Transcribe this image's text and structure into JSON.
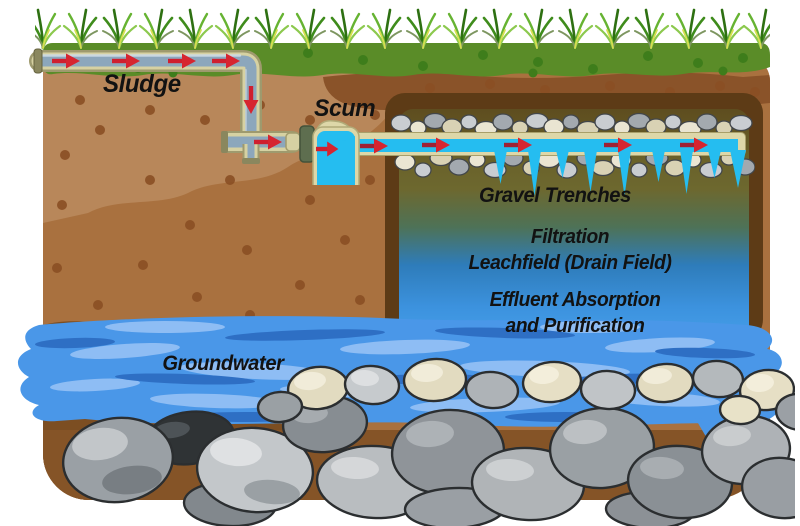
{
  "labels": {
    "sludge": "Sludge",
    "scum": "Scum",
    "gravel_trenches": "Gravel Trenches",
    "filtration_line1": "Filtration",
    "filtration_line2": "Leachfield (Drain Field)",
    "effluent_line1": "Effluent Absorption",
    "effluent_line2": "and Purification",
    "groundwater": "Groundwater"
  },
  "colors": {
    "grass_green": "#5a8c28",
    "grass_dot": "#3e7d1b",
    "soil_base": "#a9713f",
    "soil_light_patch": "#b8875a",
    "soil_dark": "#7c4e22",
    "soil_dot": "#8a4f24",
    "leachfield_border": "#5d3b16",
    "effluent_cyan": "#25bdf0",
    "groundwater_blue": "#4a97e8",
    "pipe_casing_khaki": "#ddd7a8",
    "pipe_water_gray": "#8ca7bc",
    "arrow_red": "#d62530",
    "rock_gray": "#9aa0a5",
    "rock_beige": "#e2dbc0",
    "label_color": "#121212"
  }
}
